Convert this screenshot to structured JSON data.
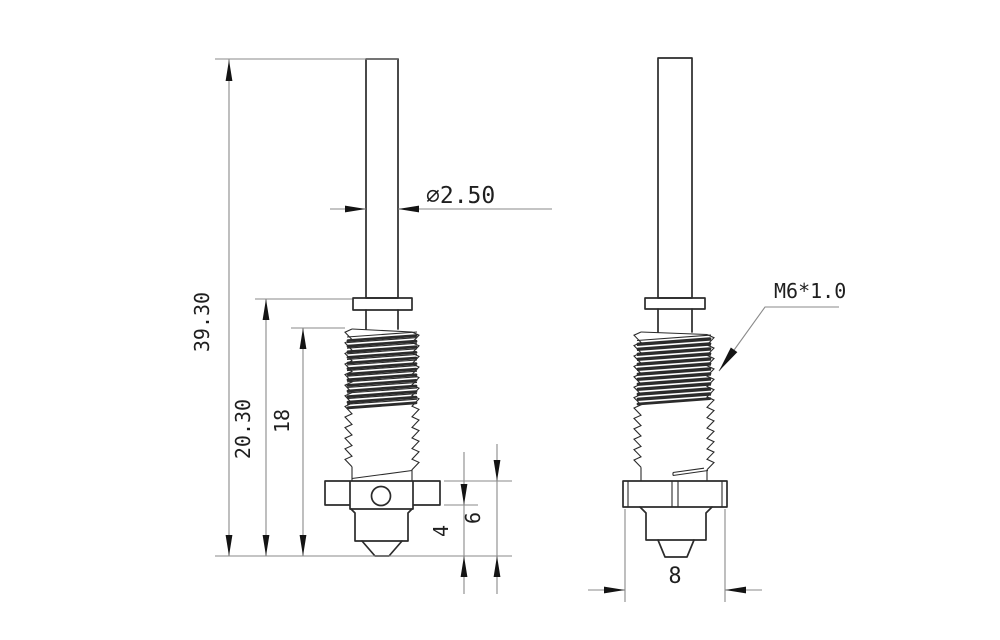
{
  "drawing": {
    "type": "technical-drawing",
    "subject": "threaded nozzle / hotend pin, front orthographic view and shaded side view",
    "background_color": "#ffffff",
    "outline_color": "#2b2b2b",
    "dimension_line_color": "#8a8a8a",
    "text_color": "#1f1f1f"
  },
  "dimensions": {
    "total_height": "39.30",
    "upper_length": "20.30",
    "thread_length": "18",
    "rod_diameter": "⌀2.50",
    "thread_spec": "M6*1.0",
    "tip_height": "4",
    "flange_tip_height": "6",
    "flange_width": "8"
  }
}
